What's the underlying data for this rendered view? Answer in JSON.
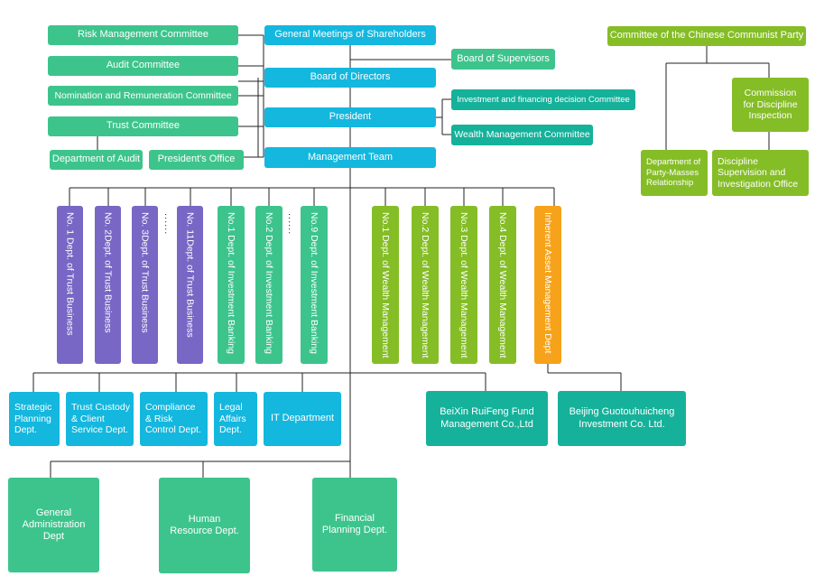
{
  "colors": {
    "green": "#3dc48c",
    "cyan": "#14b7de",
    "teal": "#16b19a",
    "lime": "#85bd26",
    "purple": "#7867c4",
    "orange": "#f6a21a",
    "line": "#222222"
  },
  "top": {
    "shareholders": "General  Meetings  of  Shareholders",
    "board_directors": "Board  of   Directors",
    "board_supervisors": "Board  of  Supervisors",
    "president": "President",
    "management_team": "Management Team",
    "investment_committee": "Investment and financing decision Committee",
    "wealth_committee": "Wealth Management Committee"
  },
  "committees": {
    "risk": "Risk  Management Committee",
    "audit": "Audit Committee",
    "nomination": "Nomination and Remuneration Committee",
    "trust": "Trust  Committee",
    "dept_audit": "Department of Audit",
    "presidents_office": "President's Office"
  },
  "party": {
    "committee": "Committee of the Chinese Communist Party",
    "discipline_commission": "Commission\nfor  Discipline\nInspection",
    "party_masses": "Department of\nParty-Masses\nRelationship",
    "supervision_office": "Discipline\nSupervision and\nInvestigation  Office"
  },
  "business_depts": {
    "trust_1": "No. 1 Dept. of Trust Business",
    "trust_2": "No. 2Dept. of Trust Business",
    "trust_3": "No. 3Dept. of Trust Business",
    "trust_11": "No. 11Dept. of Trust Business",
    "ib_1": "No.1 Dept. of Investment Banking",
    "ib_2": "No.2 Dept. of Investment Banking",
    "ib_9": "No.9 Dept. of Investment Banking",
    "wm_1": "No.1 Dept. of Wealth Management",
    "wm_2": "No.2 Dept. of Wealth Management",
    "wm_3": "No.3 Dept. of Wealth Management",
    "wm_4": "No.4 Dept. of Wealth Management",
    "inherent": "Inherent Asset Management Dept",
    "ellipsis": "......"
  },
  "support": {
    "strategic": "Strategic\nPlanning\nDept.",
    "custody": "Trust Custody\n& Client\nService Dept.",
    "compliance": "Compliance\n& Risk\nControl Dept.",
    "legal": "Legal\nAffairs\nDept.",
    "it": "IT  Department",
    "beixin": "BeiXin RuiFeng Fund\nManagement Co.,Ltd",
    "guotou": "Beijing Guotouhuicheng\nInvestment Co. Ltd."
  },
  "bottom": {
    "general_admin": "General\nAdministration\nDept",
    "hr": "Human\nResource Dept.",
    "financial": "Financial\nPlanning  Dept."
  }
}
